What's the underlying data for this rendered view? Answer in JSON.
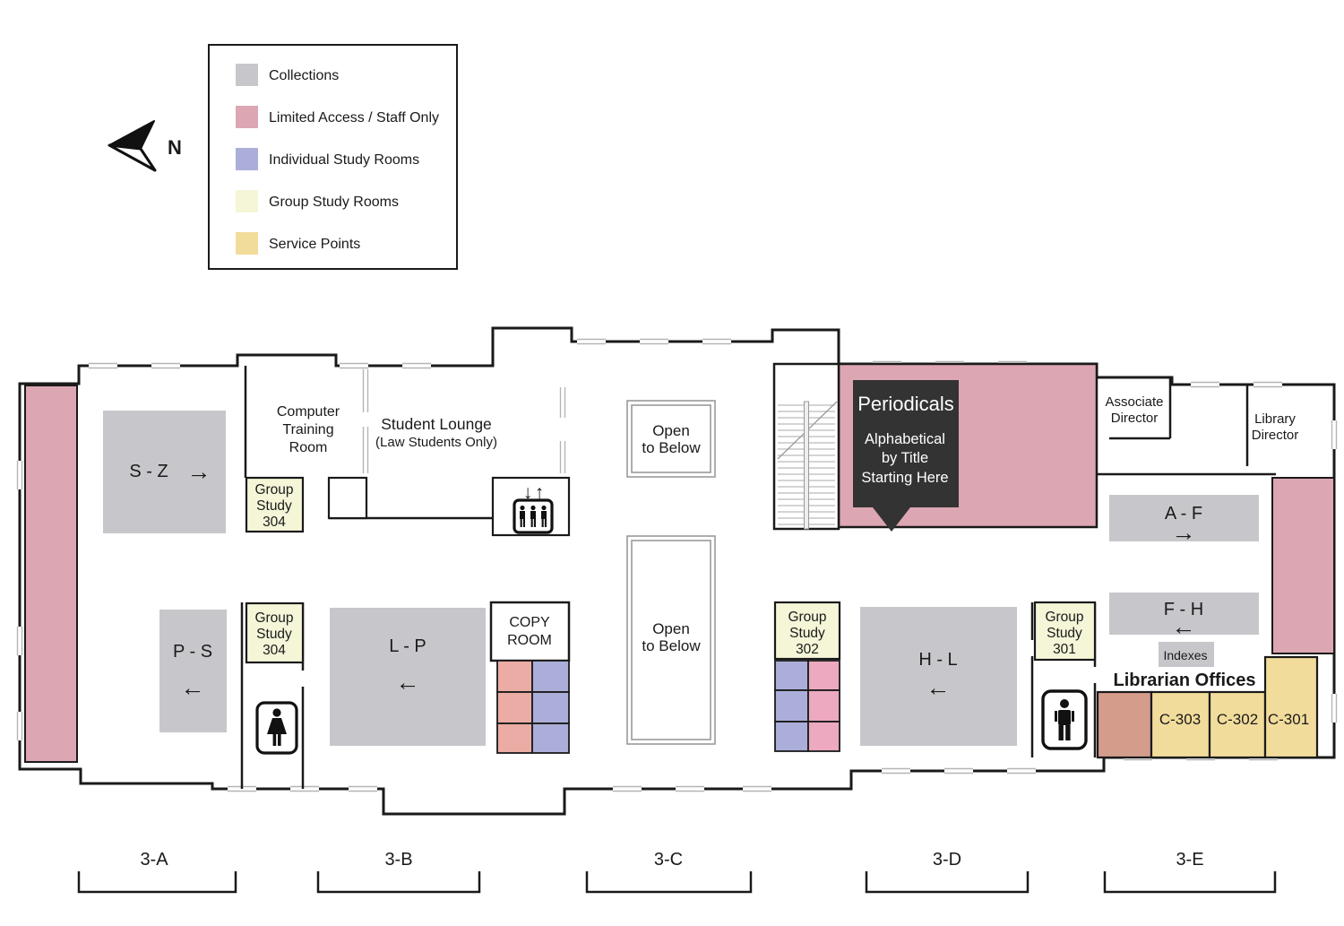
{
  "colors": {
    "wall": "#1a1a1a",
    "collections": "#c7c7cb",
    "limited_access": "#dca6b2",
    "individual_study": "#abaed8",
    "group_study": "#f5f5d8",
    "service_points": "#f2dc9b",
    "rose_cell": "#eca9c0",
    "salmon_cell": "#eaaca4",
    "office_unlabeled": "#d49c8b",
    "callout_bg": "#333333"
  },
  "legend": {
    "items": [
      {
        "label": "Collections",
        "color": "#c7c7cb"
      },
      {
        "label": "Limited Access / Staff Only",
        "color": "#dca6b2"
      },
      {
        "label": "Individual Study Rooms",
        "color": "#abaed8"
      },
      {
        "label": "Group Study Rooms",
        "color": "#f5f5d8"
      },
      {
        "label": "Service Points",
        "color": "#f2dc9b"
      }
    ]
  },
  "compass": {
    "label": "N"
  },
  "collections": {
    "sz": {
      "label": "S - Z",
      "arrow": "→"
    },
    "ps": {
      "label": "P - S",
      "arrow": "←"
    },
    "lp": {
      "label": "L - P",
      "arrow": "←"
    },
    "hl": {
      "label": "H - L",
      "arrow": "←"
    },
    "af": {
      "label": "A - F",
      "arrow": "→"
    },
    "fh": {
      "label": "F - H",
      "arrow": "←"
    },
    "indexes": {
      "label": "Indexes"
    }
  },
  "rooms": {
    "computer_training": {
      "lines": [
        "Computer",
        "Training",
        "Room"
      ]
    },
    "student_lounge": {
      "line1": "Student Lounge",
      "line2": "(Law Students Only)"
    },
    "group_study_304_upper": {
      "lines": [
        "Group",
        "Study",
        "304"
      ]
    },
    "group_study_304_lower": {
      "lines": [
        "Group",
        "Study",
        "304"
      ]
    },
    "group_study_302": {
      "lines": [
        "Group",
        "Study",
        "302"
      ]
    },
    "group_study_301": {
      "lines": [
        "Group",
        "Study",
        "301"
      ]
    },
    "copy_room": {
      "lines": [
        "COPY",
        "ROOM"
      ]
    },
    "open_to_below": {
      "lines": [
        "Open",
        "to Below"
      ]
    },
    "associate_director": {
      "lines": [
        "Associate",
        "Director"
      ]
    },
    "library_director": {
      "lines": [
        "Library",
        "Director"
      ]
    },
    "librarian_offices": {
      "label": "Librarian Offices"
    },
    "offices": [
      "C-303",
      "C-302",
      "C-301"
    ]
  },
  "periodicals_callout": {
    "title": "Periodicals",
    "lines": [
      "Alphabetical",
      "by Title",
      "Starting Here"
    ]
  },
  "elevator": {
    "down_arrow": "↓",
    "up_arrow": "↑"
  },
  "sections": [
    "3-A",
    "3-B",
    "3-C",
    "3-D",
    "3-E"
  ]
}
